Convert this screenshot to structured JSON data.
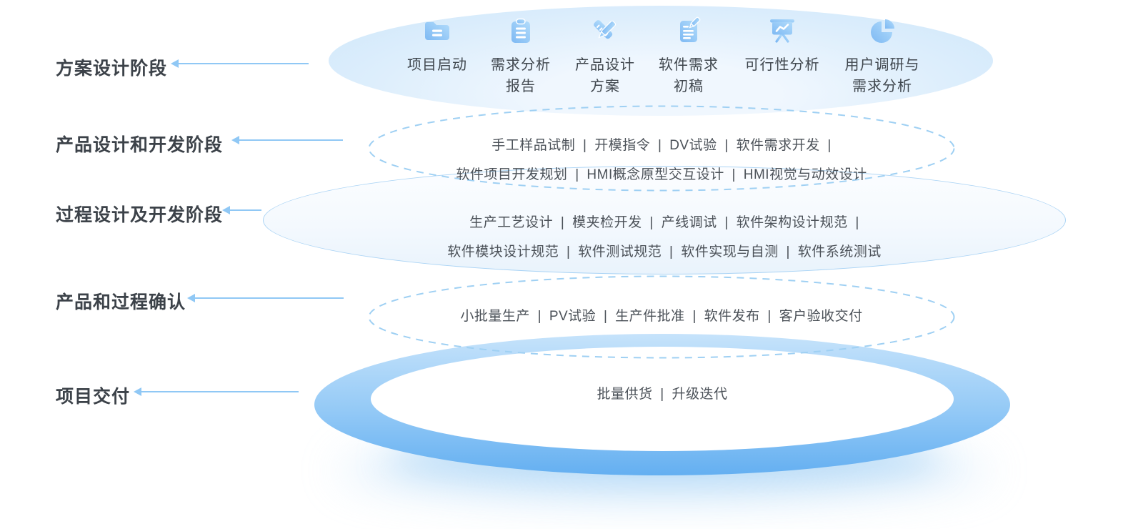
{
  "separator": "|",
  "colors": {
    "arrow": "#90c8f5",
    "phase_text": "#3c4249",
    "content_text": "#4b5158",
    "dashed_border": "#9fd0f3",
    "icon_blue_dark": "#7eb9f3",
    "icon_blue_light": "#b2dcfb",
    "ring_blue": "#64aff1"
  },
  "phases": [
    {
      "label": "方案设计阶段"
    },
    {
      "label": "产品设计和开发阶段"
    },
    {
      "label": "过程设计及开发阶段"
    },
    {
      "label": "产品和过程确认"
    },
    {
      "label": "项目交付"
    }
  ],
  "stage1": {
    "items": [
      {
        "icon": "folder-icon",
        "label": "项目启动"
      },
      {
        "icon": "clipboard-icon",
        "label": "需求分析\n报告"
      },
      {
        "icon": "design-tools-icon",
        "label": "产品设计\n方案"
      },
      {
        "icon": "document-edit-icon",
        "label": "软件需求\n初稿"
      },
      {
        "icon": "presentation-chart-icon",
        "label": "可行性分析"
      },
      {
        "icon": "pie-chart-icon",
        "label": "用户调研与\n需求分析"
      }
    ]
  },
  "stage2": {
    "lines": [
      {
        "items": [
          "手工样品试制",
          "开模指令",
          "DV试验",
          "软件需求开发"
        ],
        "trailing_bar": true
      },
      {
        "items": [
          "软件项目开发规划",
          "HMI概念原型交互设计",
          "HMI视觉与动效设计"
        ],
        "trailing_bar": false
      }
    ]
  },
  "stage3": {
    "lines": [
      {
        "items": [
          "生产工艺设计",
          "模夹检开发",
          "产线调试",
          "软件架构设计规范"
        ],
        "trailing_bar": true
      },
      {
        "items": [
          "软件模块设计规范",
          "软件测试规范",
          "软件实现与自测",
          "软件系统测试"
        ],
        "trailing_bar": false
      }
    ]
  },
  "stage4": {
    "lines": [
      {
        "items": [
          "小批量生产",
          "PV试验",
          "生产件批准",
          "软件发布",
          "客户验收交付"
        ],
        "trailing_bar": false
      }
    ]
  },
  "stage5": {
    "lines": [
      {
        "items": [
          "批量供货",
          "升级迭代"
        ],
        "trailing_bar": false
      }
    ]
  }
}
